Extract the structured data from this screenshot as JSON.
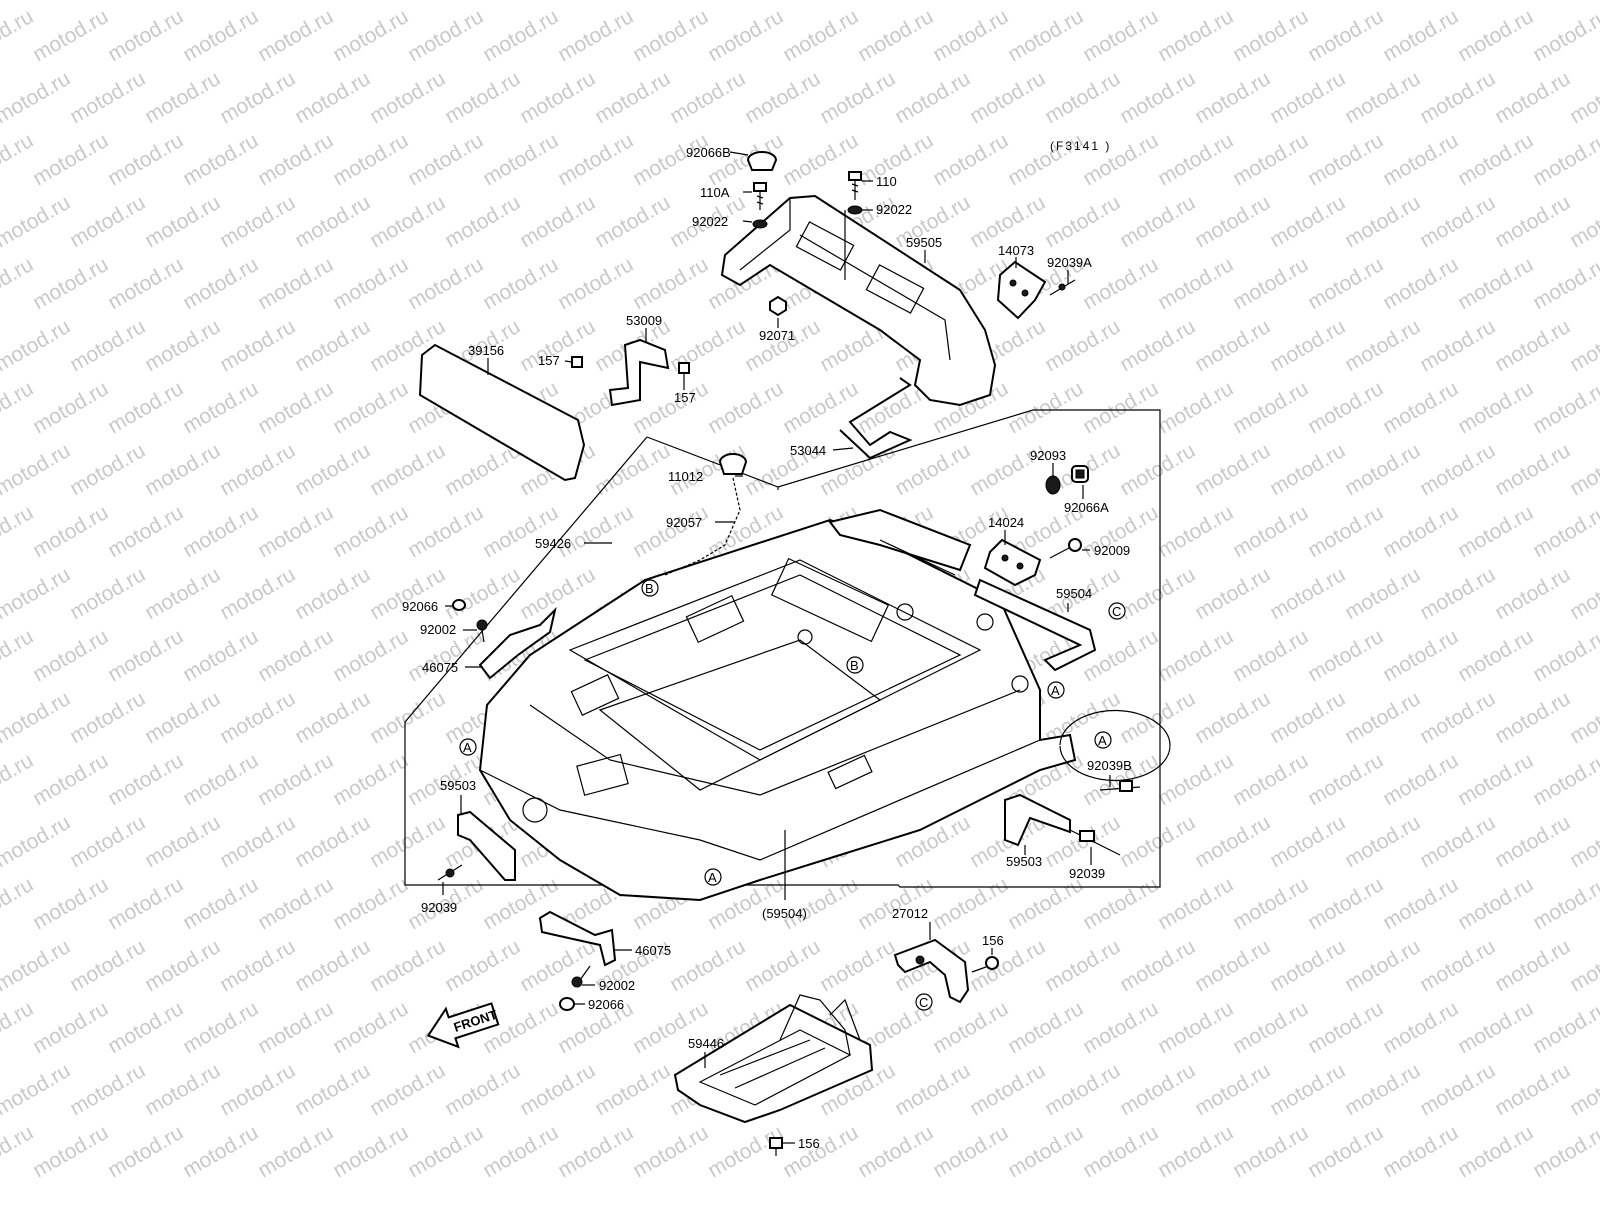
{
  "diagram": {
    "code": "(F3141 )",
    "watermark": "motod.ru",
    "front_label": "FRONT",
    "callouts": {
      "A": "A",
      "B": "B",
      "C": "C"
    },
    "labels": {
      "p92066B": "92066B",
      "p110": "110",
      "p110A": "110A",
      "p92022_left": "92022",
      "p92022_right": "92022",
      "p59505": "59505",
      "p14073": "14073",
      "p92039A": "92039A",
      "p92071": "92071",
      "p53009": "53009",
      "p39156": "39156",
      "p157_left": "157",
      "p157_right": "157",
      "p53044": "53044",
      "p11012": "11012",
      "p92093": "92093",
      "p92066A": "92066A",
      "p92057": "92057",
      "p59426": "59426",
      "p14024": "14024",
      "p92009": "92009",
      "p59504": "59504",
      "p92066_top": "92066",
      "p92002_top": "92002",
      "p46075_top": "46075",
      "p92039B": "92039B",
      "p59503_left": "59503",
      "p59503_right": "59503",
      "p92039_left": "92039",
      "p92039_right": "92039",
      "p59504_paren": "(59504)",
      "p27012": "27012",
      "p156_top": "156",
      "p46075_bottom": "46075",
      "p92002_bottom": "92002",
      "p92066_bottom": "92066",
      "p59446": "59446",
      "p156_bottom": "156"
    }
  }
}
